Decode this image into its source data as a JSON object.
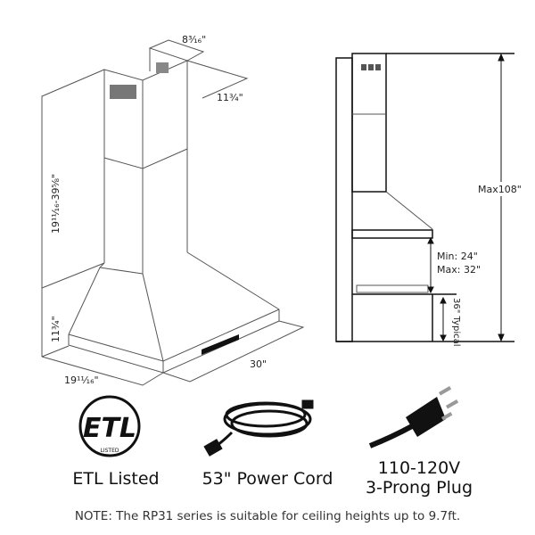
{
  "left_diagram": {
    "top_depth": "8³⁄₁₆\"",
    "top_width": "11¾\"",
    "chimney_height": "19¹¹⁄₁₆-39⁵⁄₈\"",
    "hood_height": "11¾\"",
    "depth": "19¹¹⁄₁₆\"",
    "width": "30\""
  },
  "right_diagram": {
    "max_height": "Max108\"",
    "min_clearance": "Min: 24\"",
    "max_clearance": "Max: 32\"",
    "counter_height": "36\" Typical"
  },
  "features": {
    "etl_logo_text": "ETL",
    "etl_logo_sub": "LISTED",
    "etl_label": "ETL Listed",
    "cord_label": "53\" Power Cord",
    "plug_label_1": "110-120V",
    "plug_label_2": "3-Prong Plug"
  },
  "note": "NOTE: The RP31 series is suitable for ceiling heights up to 9.7ft."
}
